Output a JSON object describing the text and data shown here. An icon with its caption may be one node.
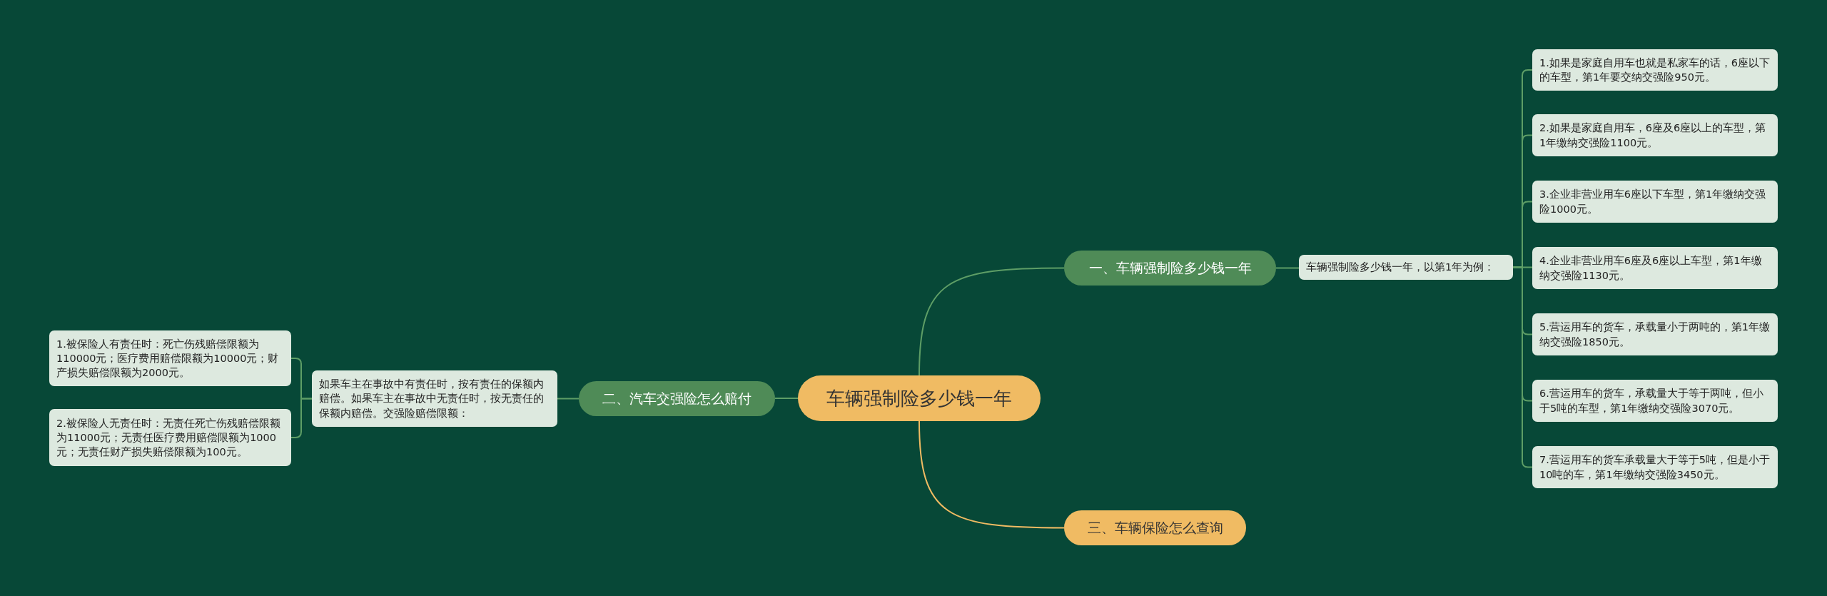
{
  "diagram": {
    "nodes": [
      {
        "text": [
          "车辆强制险多少钱一年"
        ]
      },
      {
        "text": [
          "一、车辆强制险多少钱一年"
        ]
      },
      {
        "text": [
          "车辆强制险多少钱一年，以第1年为例："
        ]
      },
      {
        "text": [
          "1.如果是家庭自用车也就是私家车的话，6座以下的车型，第1年要交纳交强险950元。"
        ]
      },
      {
        "text": [
          "2.如果是家庭自用车，6座及6座以上的车型，第1年缴纳交强险1100元。"
        ]
      },
      {
        "text": [
          "3.企业非营业用车6座以下车型，第1年缴纳交强险1000元。"
        ]
      },
      {
        "text": [
          "4.企业非营业用车6座及6座以上车型，第1年缴纳交强险1130元。"
        ]
      },
      {
        "text": [
          "5.营运用车的货车，承载量小于两吨的，第1年缴纳交强险1850元。"
        ]
      },
      {
        "text": [
          "6.营运用车的货车，承载量大于等于两吨，但小于5吨的车型，第1年缴纳交强险3070元。"
        ]
      },
      {
        "text": [
          "7.营运用车的货车承载量大于等于5吨，但是小于10吨的车，第1年缴纳交强险3450元。"
        ]
      },
      {
        "text": [
          "二、汽车交强险怎么赔付"
        ]
      },
      {
        "text": [
          "如果车主在事故中有责任时，按有责任的保额内赔偿。如果车主在事故中无责任时，按无责任的保额内赔偿。交强险赔偿限额："
        ]
      },
      {
        "text": [
          "1.被保险人有责任时：死亡伤残赔偿限额为110000元；医疗费用赔偿限额为10000元；财产损失赔偿限额为2000元。"
        ]
      },
      {
        "text": [
          "2.被保险人无责任时：无责任死亡伤残赔偿限额为11000元；无责任医疗费用赔偿限额为1000元；无责任财产损失赔偿限额为100元。"
        ]
      },
      {
        "text": [
          "三、车辆保险怎么查询"
        ]
      }
    ],
    "edges": [
      {
        "from": 0,
        "to": 1,
        "arrow": "none"
      },
      {
        "from": 1,
        "to": 2,
        "arrow": "none"
      },
      {
        "from": 2,
        "to": 3,
        "arrow": "none"
      },
      {
        "from": 2,
        "to": 4,
        "arrow": "none"
      },
      {
        "from": 2,
        "to": 5,
        "arrow": "none"
      },
      {
        "from": 2,
        "to": 6,
        "arrow": "none"
      },
      {
        "from": 2,
        "to": 7,
        "arrow": "none"
      },
      {
        "from": 2,
        "to": 8,
        "arrow": "none"
      },
      {
        "from": 2,
        "to": 9,
        "arrow": "none"
      },
      {
        "from": 0,
        "to": 10,
        "arrow": "none"
      },
      {
        "from": 10,
        "to": 11,
        "arrow": "none"
      },
      {
        "from": 11,
        "to": 12,
        "arrow": "none"
      },
      {
        "from": 11,
        "to": 13,
        "arrow": "none"
      },
      {
        "from": 0,
        "to": 14,
        "arrow": "none",
        "color": "#f0bb63"
      }
    ]
  }
}
